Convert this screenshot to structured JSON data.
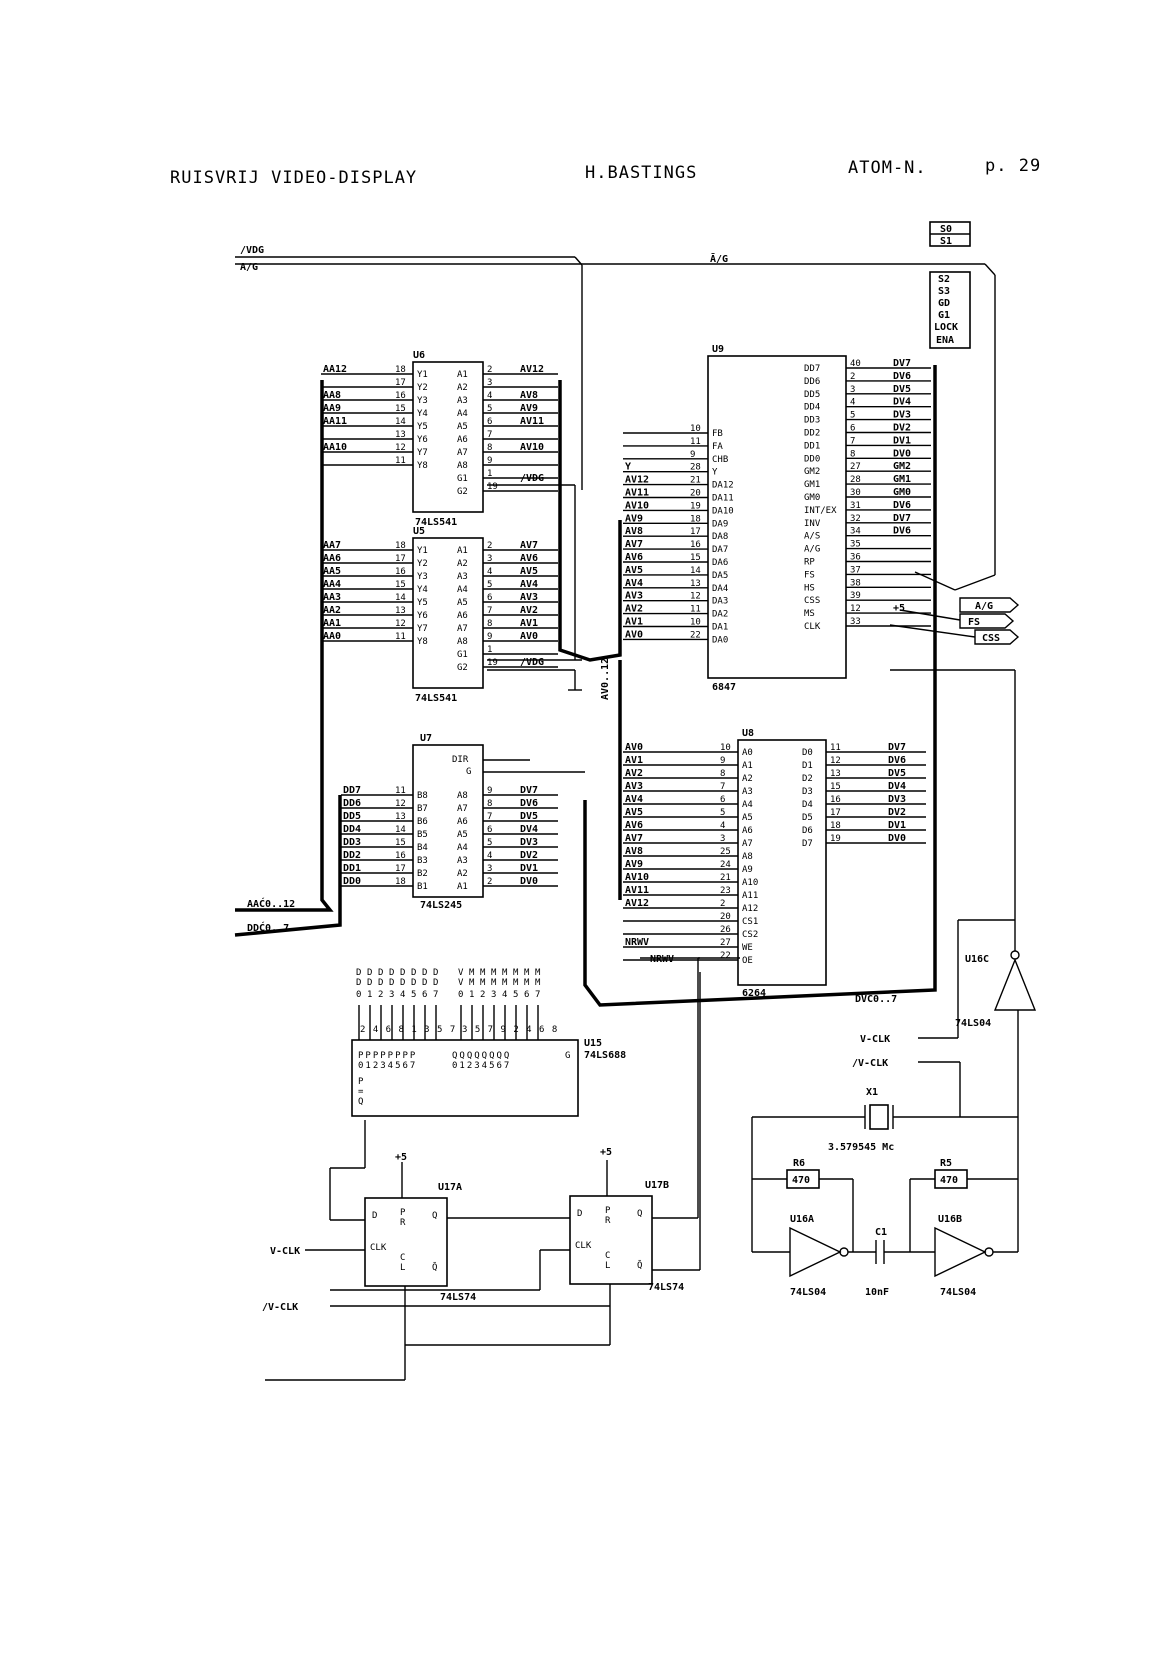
{
  "header": {
    "title": "RUISVRIJ VIDEO-DISPLAY",
    "author": "H.BASTINGS",
    "project": "ATOM-N.",
    "page": "p. 29"
  },
  "chips": {
    "u6": {
      "ref": "U6",
      "part": "74LS541",
      "left_pins": [
        [
          "18",
          "Y1"
        ],
        [
          "17",
          "Y2"
        ],
        [
          "16",
          "Y3"
        ],
        [
          "15",
          "Y4"
        ],
        [
          "14",
          "Y5"
        ],
        [
          "13",
          "Y6"
        ],
        [
          "12",
          "Y7"
        ],
        [
          "11",
          "Y8"
        ]
      ],
      "right_pins": [
        [
          "A1",
          "2"
        ],
        [
          "A2",
          "3"
        ],
        [
          "A3",
          "4"
        ],
        [
          "A4",
          "5"
        ],
        [
          "A5",
          "6"
        ],
        [
          "A6",
          "7"
        ],
        [
          "A7",
          "8"
        ],
        [
          "A8",
          "9"
        ],
        [
          "G1",
          "1"
        ],
        [
          "G2",
          "19"
        ]
      ],
      "left_nets": [
        "AA12",
        "",
        "AA8",
        "AA9",
        "AA11",
        "",
        "AA10",
        ""
      ],
      "right_nets": [
        "AV12",
        "",
        "AV8",
        "AV9",
        "AV11",
        "",
        "AV10",
        ""
      ]
    },
    "u5": {
      "ref": "U5",
      "part": "74LS541",
      "left_pins": [
        [
          "18",
          "Y1"
        ],
        [
          "17",
          "Y2"
        ],
        [
          "16",
          "Y3"
        ],
        [
          "15",
          "Y4"
        ],
        [
          "14",
          "Y5"
        ],
        [
          "13",
          "Y6"
        ],
        [
          "12",
          "Y7"
        ],
        [
          "11",
          "Y8"
        ]
      ],
      "right_pins": [
        [
          "A1",
          "2"
        ],
        [
          "A2",
          "3"
        ],
        [
          "A3",
          "4"
        ],
        [
          "A4",
          "5"
        ],
        [
          "A5",
          "6"
        ],
        [
          "A6",
          "7"
        ],
        [
          "A7",
          "8"
        ],
        [
          "A8",
          "9"
        ],
        [
          "G1",
          "1"
        ],
        [
          "G2",
          "19"
        ]
      ],
      "left_nets": [
        "AA7",
        "AA6",
        "AA5",
        "AA4",
        "AA3",
        "AA2",
        "AA1",
        "AA0"
      ],
      "right_nets": [
        "AV7",
        "AV6",
        "AV5",
        "AV4",
        "AV3",
        "AV2",
        "AV1",
        "AV0"
      ]
    },
    "u7": {
      "ref": "U7",
      "part": "74LS245",
      "left_pins": [
        [
          "11",
          "B8"
        ],
        [
          "12",
          "B7"
        ],
        [
          "13",
          "B6"
        ],
        [
          "14",
          "B5"
        ],
        [
          "15",
          "B4"
        ],
        [
          "16",
          "B3"
        ],
        [
          "17",
          "B2"
        ],
        [
          "18",
          "B1"
        ]
      ],
      "right_pins": [
        [
          "A8",
          "9"
        ],
        [
          "A7",
          "8"
        ],
        [
          "A6",
          "7"
        ],
        [
          "A5",
          "6"
        ],
        [
          "A4",
          "5"
        ],
        [
          "A3",
          "4"
        ],
        [
          "A2",
          "3"
        ],
        [
          "A1",
          "2"
        ]
      ],
      "left_nets": [
        "DD7",
        "DD6",
        "DD5",
        "DD4",
        "DD3",
        "DD2",
        "DD1",
        "DD0"
      ],
      "right_nets": [
        "DV7",
        "DV6",
        "DV5",
        "DV4",
        "DV3",
        "DV2",
        "DV1",
        "DV0"
      ],
      "top_pins": [
        "DIR",
        "G"
      ]
    },
    "u9": {
      "ref": "U9",
      "part": "6847",
      "left_pins": [
        [
          "10",
          "FB"
        ],
        [
          "11",
          "FA"
        ],
        [
          "9",
          "CHB"
        ],
        [
          "28",
          "Y"
        ],
        [
          "21",
          "DA12"
        ],
        [
          "20",
          "DA11"
        ],
        [
          "19",
          "DA10"
        ],
        [
          "18",
          "DA9"
        ],
        [
          "17",
          "DA8"
        ],
        [
          "16",
          "DA7"
        ],
        [
          "15",
          "DA6"
        ],
        [
          "14",
          "DA5"
        ],
        [
          "13",
          "DA4"
        ],
        [
          "12",
          "DA3"
        ],
        [
          "11",
          "DA2"
        ],
        [
          "10",
          "DA1"
        ],
        [
          "22",
          "DA0"
        ]
      ],
      "left_nets": [
        "",
        "",
        "",
        "Y",
        "AV12",
        "AV11",
        "AV10",
        "AV9",
        "AV8",
        "AV7",
        "AV6",
        "AV5",
        "AV4",
        "AV3",
        "AV2",
        "AV1",
        "AV0"
      ],
      "right_pins": [
        [
          "DD7",
          "40"
        ],
        [
          "DD6",
          "2"
        ],
        [
          "DD5",
          "3"
        ],
        [
          "DD4",
          "4"
        ],
        [
          "DD3",
          "5"
        ],
        [
          "DD2",
          "6"
        ],
        [
          "DD1",
          "7"
        ],
        [
          "DD0",
          "8"
        ],
        [
          "GM2",
          "27"
        ],
        [
          "GM1",
          "28"
        ],
        [
          "GM0",
          "30"
        ],
        [
          "INT/EX",
          "31"
        ],
        [
          "INV",
          "32"
        ],
        [
          "A/S",
          "34"
        ],
        [
          "A/G",
          "35"
        ],
        [
          "RP",
          "36"
        ],
        [
          "FS",
          "37"
        ],
        [
          "HS",
          "38"
        ],
        [
          "CSS",
          "39"
        ],
        [
          "MS",
          "12"
        ],
        [
          "CLK",
          "33"
        ]
      ],
      "right_nets": [
        "DV7",
        "DV6",
        "DV5",
        "DV4",
        "DV3",
        "DV2",
        "DV1",
        "DV0",
        "GM2",
        "GM1",
        "GM0",
        "DV6",
        "DV7",
        "DV6",
        "",
        "",
        "",
        "",
        "",
        "+5",
        ""
      ]
    },
    "u8": {
      "ref": "U8",
      "part": "6264",
      "left_pins": [
        [
          "10",
          "A0"
        ],
        [
          "9",
          "A1"
        ],
        [
          "8",
          "A2"
        ],
        [
          "7",
          "A3"
        ],
        [
          "6",
          "A4"
        ],
        [
          "5",
          "A5"
        ],
        [
          "4",
          "A6"
        ],
        [
          "3",
          "A7"
        ],
        [
          "25",
          "A8"
        ],
        [
          "24",
          "A9"
        ],
        [
          "21",
          "A10"
        ],
        [
          "23",
          "A11"
        ],
        [
          "2",
          "A12"
        ],
        [
          "20",
          "CS1"
        ],
        [
          "26",
          "CS2"
        ],
        [
          "27",
          "WE"
        ],
        [
          "22",
          "OE"
        ]
      ],
      "left_nets": [
        "AV0",
        "AV1",
        "AV2",
        "AV3",
        "AV4",
        "AV5",
        "AV6",
        "AV7",
        "AV8",
        "AV9",
        "AV10",
        "AV11",
        "AV12",
        "",
        "",
        "NRWV",
        ""
      ],
      "right_pins": [
        [
          "D0",
          "11"
        ],
        [
          "D1",
          "12"
        ],
        [
          "D2",
          "13"
        ],
        [
          "D3",
          "15"
        ],
        [
          "D4",
          "16"
        ],
        [
          "D5",
          "17"
        ],
        [
          "D6",
          "18"
        ],
        [
          "D7",
          "19"
        ]
      ],
      "right_nets": [
        "DV7",
        "DV6",
        "DV5",
        "DV4",
        "DV3",
        "DV2",
        "DV1",
        "DV0"
      ]
    },
    "u15": {
      "ref": "U15",
      "part": "74LS688",
      "pins_p": "PPPPPPPP",
      "nums_p": "01234567",
      "pins_q": "QQQQQQQQ",
      "nums_q": "01234567",
      "side": [
        "P",
        "=",
        "Q"
      ],
      "g": "G"
    },
    "u17a": {
      "ref": "U17A",
      "part": "74LS74",
      "pins": [
        "D",
        "P",
        "R",
        "Q",
        "CLK",
        "C",
        "L",
        "Q̄"
      ]
    },
    "u17b": {
      "ref": "U17B",
      "part": "74LS74",
      "pins": [
        "D",
        "P",
        "R",
        "Q",
        "CLK",
        "C",
        "L",
        "Q̄"
      ]
    },
    "u16a": {
      "ref": "U16A",
      "part": "74LS04"
    },
    "u16b": {
      "ref": "U16B",
      "part": "74LS04"
    },
    "u16c": {
      "ref": "U16C",
      "part": "74LS04"
    }
  },
  "nets": {
    "vdg": "/VDG",
    "ag": "A/G",
    "ag_bar": "Ā/G",
    "aa_bus": "AAĆ0..12",
    "dd_bus": "DDĆ0..7",
    "dv_bus": "DVĆ0..7",
    "av_bus": "AV0..12",
    "nrwv": "NRWV",
    "v_clk": "V-CLK",
    "nv_clk": "/V-CLK",
    "plus5": "+5",
    "dd_cols": [
      "D",
      "D",
      "D",
      "D",
      "D",
      "D",
      "D",
      "D"
    ],
    "dd_nums": [
      "0",
      "1",
      "2",
      "3",
      "4",
      "5",
      "6",
      "7"
    ],
    "vm_cols": [
      "V",
      "M",
      "M",
      "M",
      "M",
      "M",
      "M",
      "M"
    ],
    "u15_pin_nums_left": "2 4 6 8 1 3 5 7",
    "u15_pin_nums_right": "3 5 7 9 2 4 6 8"
  },
  "connectors": {
    "top": [
      "S0",
      "S1"
    ],
    "mode": [
      "S2",
      "S3",
      "GD",
      "G1",
      "LOCK",
      "ENA"
    ],
    "right": [
      "A/G",
      "FS",
      "CSS"
    ]
  },
  "components": {
    "x1": {
      "ref": "X1",
      "value": "3.579545 Mc"
    },
    "r6": {
      "ref": "R6",
      "value": "470"
    },
    "r5": {
      "ref": "R5",
      "value": "470"
    },
    "c1": {
      "ref": "C1",
      "value": "10nF"
    }
  }
}
